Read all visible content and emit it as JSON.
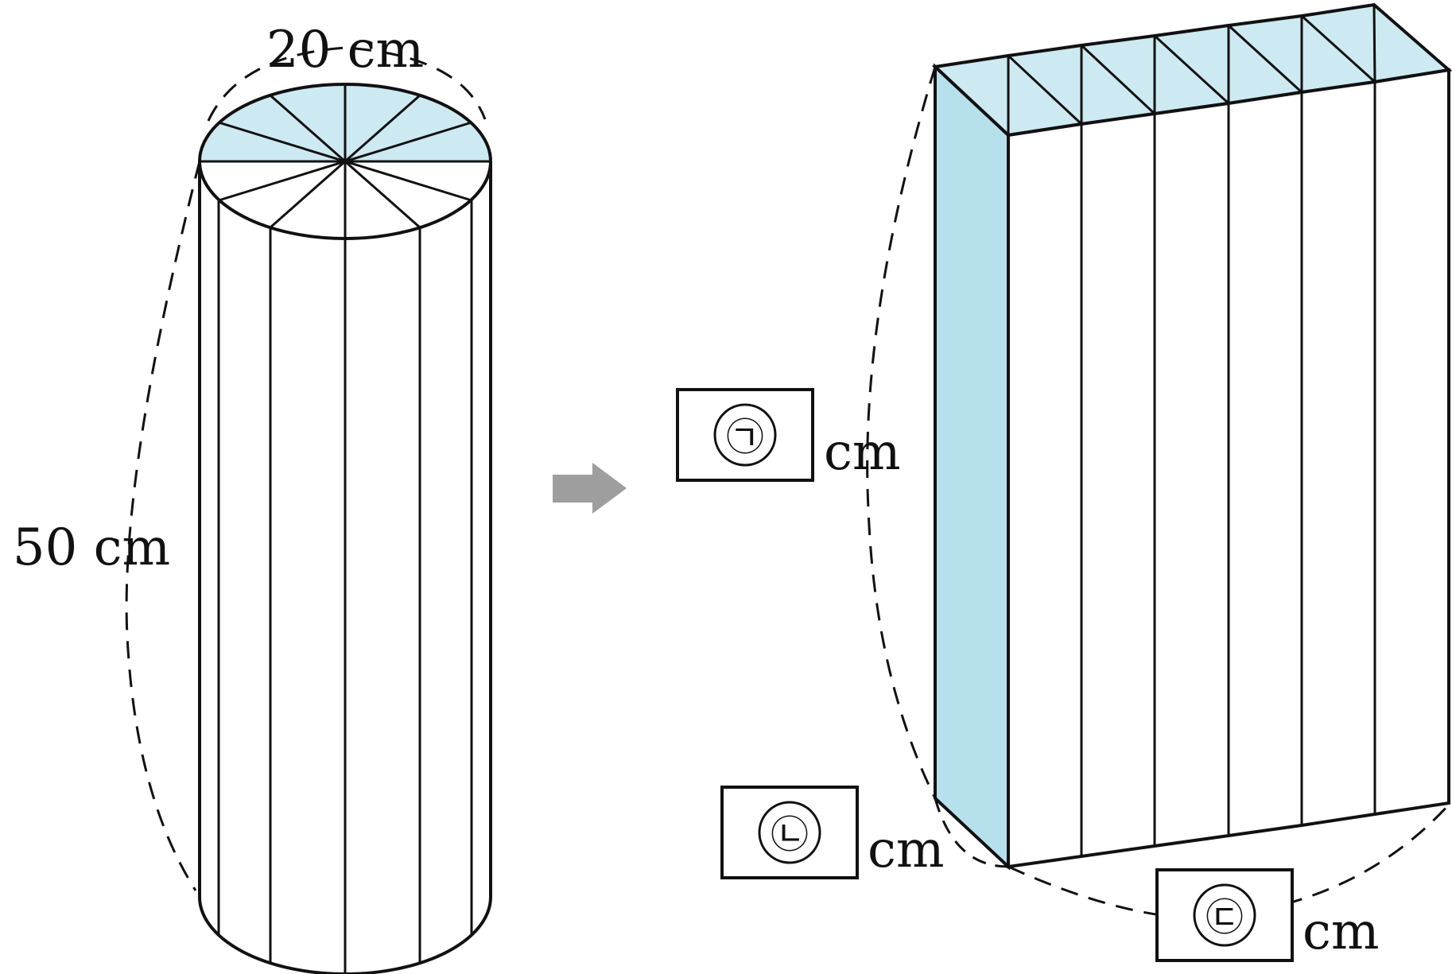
{
  "labels": {
    "diameter": "20 cm",
    "height": "50 cm",
    "unit": "cm"
  },
  "blanks": [
    {
      "mark": "㉠"
    },
    {
      "mark": "㉡"
    },
    {
      "mark": "㉢"
    }
  ],
  "colors": {
    "face_fill": "#cde9f1",
    "strip_fill": "#b6e1ec",
    "line": "#111111",
    "arrow": "#9e9e9e"
  },
  "cylinder": {
    "sectors": 12
  },
  "unrolled": {
    "strips": 6
  }
}
